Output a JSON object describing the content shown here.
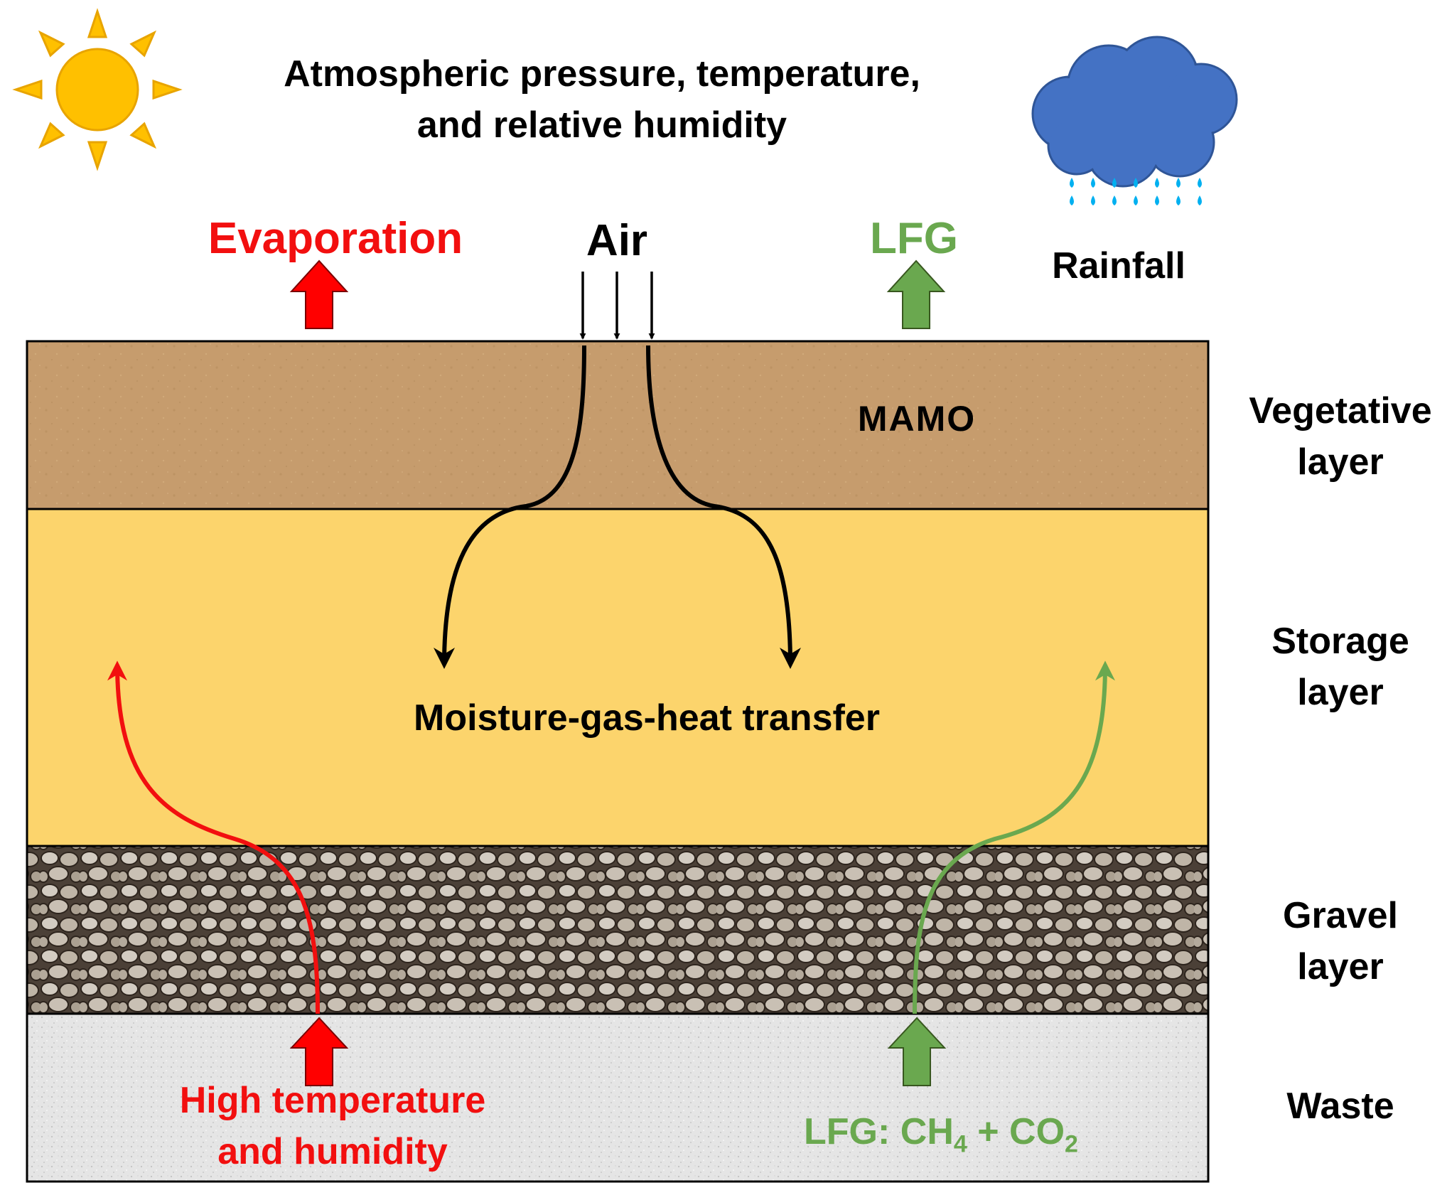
{
  "header": {
    "conditions_line1": "Atmospheric pressure, temperature,",
    "conditions_line2": "and relative humidity",
    "rainfall": "Rainfall"
  },
  "surface": {
    "evaporation": "Evaporation",
    "air": "Air",
    "lfg": "LFG"
  },
  "layers": {
    "vegetative_material": "MAMO",
    "vegetative_line1": "Vegetative",
    "vegetative_line2": "layer",
    "storage_line1": "Storage",
    "storage_line2": "layer",
    "gravel_line1": "Gravel",
    "gravel_line2": "layer",
    "waste": "Waste"
  },
  "processes": {
    "transfer": "Moisture-gas-heat transfer",
    "heat_line1": "High temperature",
    "heat_line2": "and humidity",
    "lfg_source_prefix": "LFG: CH",
    "lfg_source_sub1": "4",
    "lfg_source_mid": " + CO",
    "lfg_source_sub2": "2"
  },
  "colors": {
    "vegetative_soil": "#C69C6D",
    "storage_layer": "#FCD46C",
    "gravel_layer": "#6B625A",
    "waste_layer": "#E4E4E4",
    "heat_red": "#F20F0F",
    "lfg_green": "#6AA84F",
    "sun_yellow": "#FFC000",
    "cloud_blue": "#4472C4",
    "rain_blue": "#00B0F0"
  }
}
